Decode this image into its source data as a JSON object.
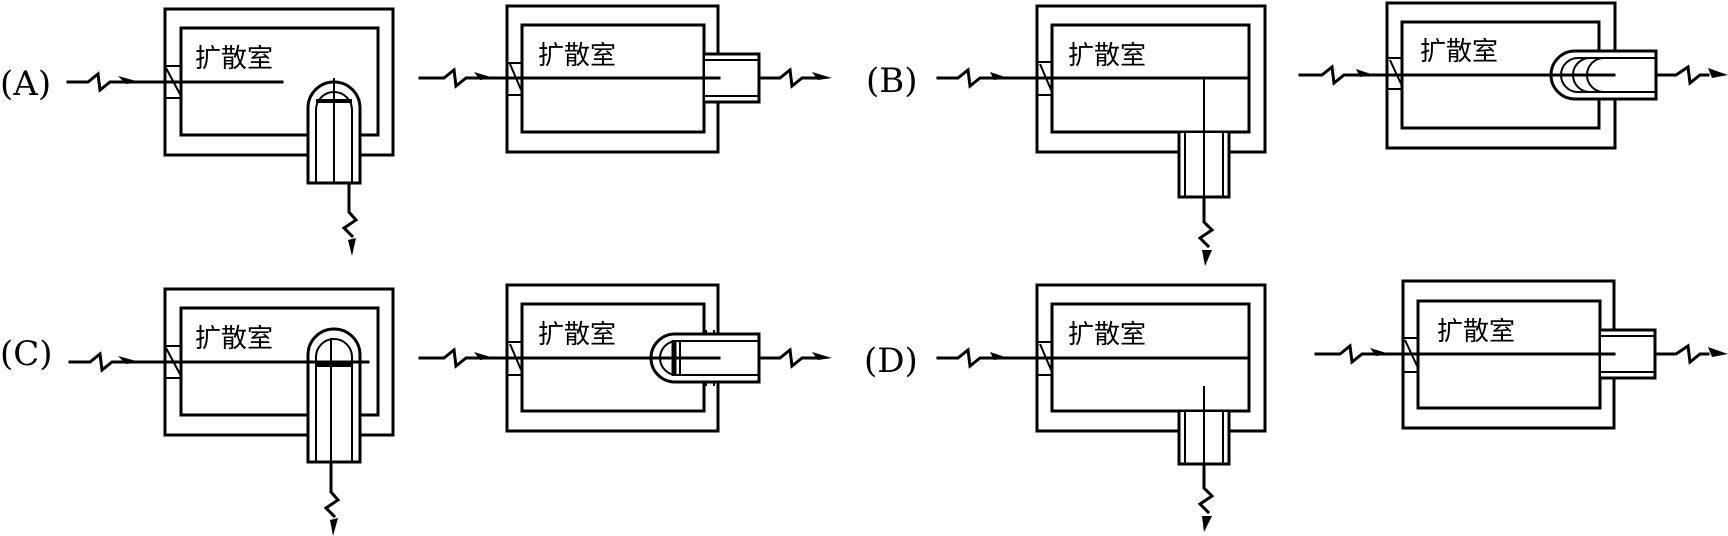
{
  "figure": {
    "room_label": "扩散室",
    "options": [
      {
        "label": "(A)",
        "left": "sample-bottom-inside",
        "right": "sample-right-outside"
      },
      {
        "label": "(B)",
        "left": "bottom-port-line",
        "right": "sample-right-domed"
      },
      {
        "label": "(C)",
        "left": "sample-bottom-on-beam",
        "right": "sample-right-domed-single"
      },
      {
        "label": "(D)",
        "left": "bottom-port-short-line",
        "right": "sample-right-outside"
      }
    ]
  }
}
